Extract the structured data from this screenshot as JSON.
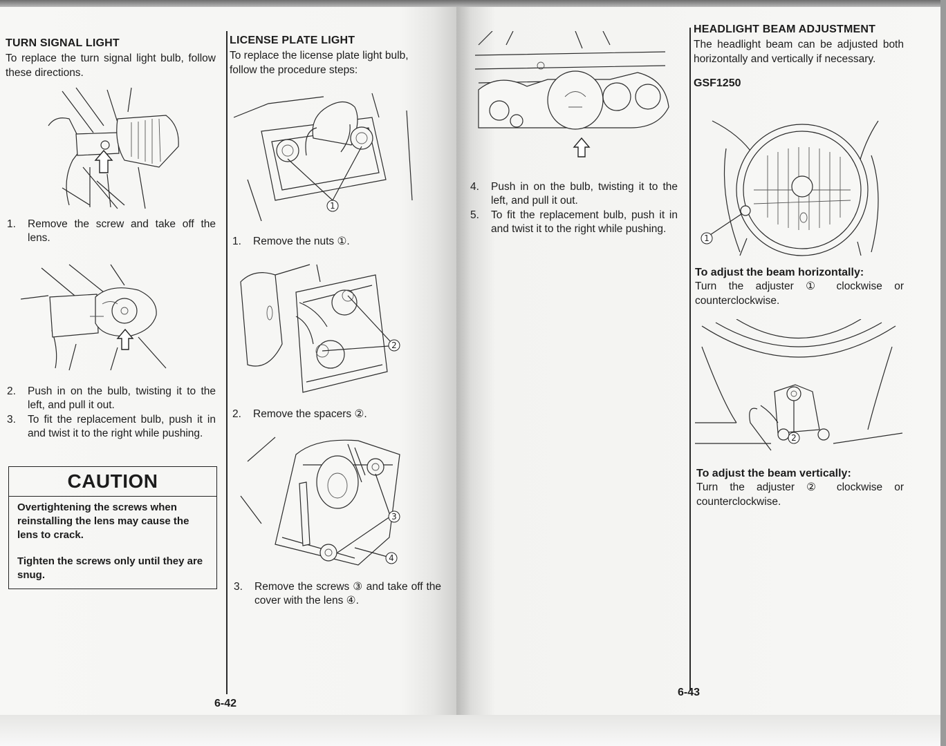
{
  "left_page": {
    "turn_signal": {
      "heading": "TURN SIGNAL LIGHT",
      "intro": "To replace the turn signal light bulb, follow these directions.",
      "steps": [
        {
          "num": "1.",
          "text": "Remove the screw and take off the lens."
        },
        {
          "num": "2.",
          "text": "Push in on the bulb, twisting it to the left, and pull it out."
        },
        {
          "num": "3.",
          "text": "To fit the replacement bulb, push it in and twist it to the right while pushing."
        }
      ]
    },
    "caution": {
      "title": "CAUTION",
      "para1": "Overtightening the screws when reinstalling the lens may cause the lens to crack.",
      "para2": "Tighten the screws only until they are snug."
    },
    "license_plate": {
      "heading": "LICENSE PLATE LIGHT",
      "intro": "To replace the license plate light bulb, follow the procedure steps:",
      "steps": [
        {
          "num": "1.",
          "text": "Remove the nuts ①."
        },
        {
          "num": "2.",
          "text": "Remove the spacers ②."
        },
        {
          "num": "3.",
          "text": "Remove the screws ③ and take off the cover with the lens ④."
        }
      ],
      "callouts": {
        "c1": "1",
        "c2": "2",
        "c3": "3",
        "c4": "4"
      }
    },
    "page_number": "6-42"
  },
  "right_page": {
    "steps": [
      {
        "num": "4.",
        "text": "Push in on the bulb, twisting it to the left, and pull it out."
      },
      {
        "num": "5.",
        "text": "To fit the replacement bulb, push it in and twist it to the right while pushing."
      }
    ],
    "headlight": {
      "heading": "HEADLIGHT BEAM ADJUSTMENT",
      "intro": "The headlight beam can be adjusted both horizontally and vertically if necessary.",
      "model": "GSF1250",
      "horizontal_heading": "To adjust the beam horizontally:",
      "horizontal_text": "Turn the adjuster ① clockwise or counterclockwise.",
      "vertical_heading": "To adjust the beam vertically:",
      "vertical_text": "Turn the adjuster ② clockwise or counterclockwise.",
      "callouts": {
        "c1": "1",
        "c2": "2"
      }
    },
    "page_number": "6-43"
  }
}
